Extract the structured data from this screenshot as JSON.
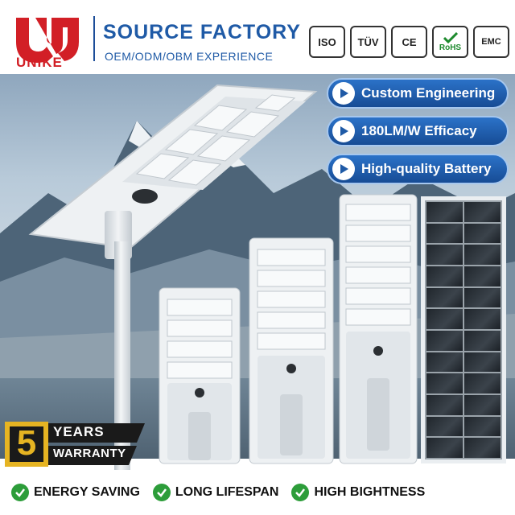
{
  "brand": {
    "logo_text": "UNIKE",
    "title": "SOURCE FACTORY",
    "subtitle": "OEM/ODM/OBM EXPERIENCE",
    "accent_red": "#d21f26",
    "accent_blue": "#1f5aa6"
  },
  "certifications": [
    {
      "label": "ISO",
      "icon": "iso-icon"
    },
    {
      "label": "TÜV",
      "icon": "tuv-icon"
    },
    {
      "label": "CE",
      "icon": "ce-icon"
    },
    {
      "label": "RoHS",
      "icon": "rohs-icon"
    },
    {
      "label": "EMC",
      "icon": "emc-icon"
    }
  ],
  "features": [
    {
      "label": "Custom Engineering",
      "icon": "play-icon"
    },
    {
      "label": "180LM/W Efficacy",
      "icon": "play-icon"
    },
    {
      "label": "High-quality Battery",
      "icon": "play-icon"
    }
  ],
  "warranty": {
    "years": "5",
    "line1": "YEARS",
    "line2": "WARRANTY"
  },
  "benefits": [
    {
      "label": "ENERGY SAVING",
      "icon": "check-icon"
    },
    {
      "label": "LONG LIFESPAN",
      "icon": "check-icon"
    },
    {
      "label": "HIGH BIGHTNESS",
      "icon": "check-icon"
    }
  ]
}
